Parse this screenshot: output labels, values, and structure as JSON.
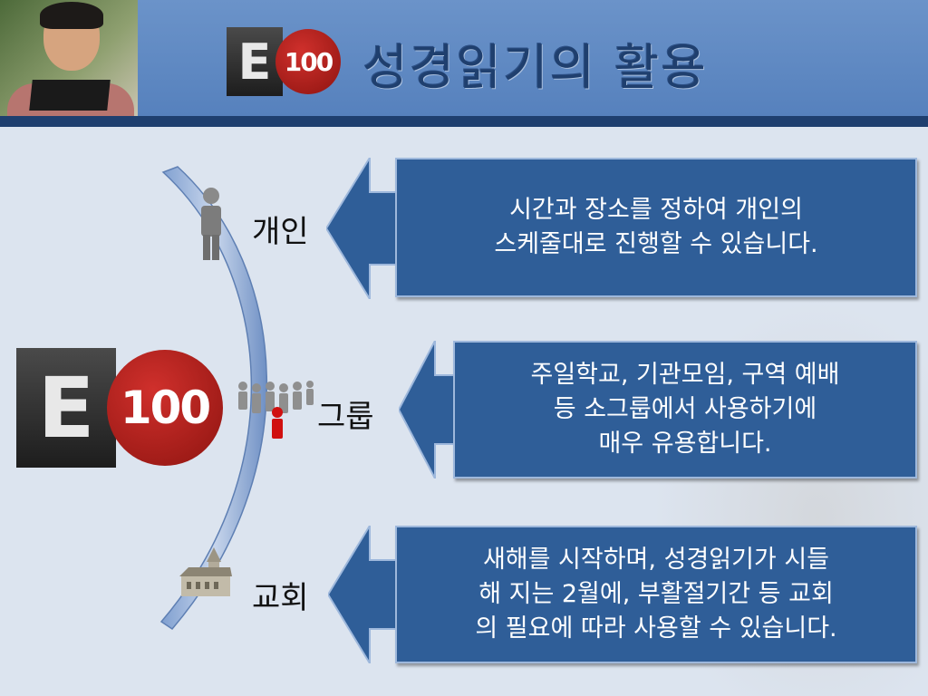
{
  "header": {
    "title": "성경읽기의 활용",
    "logo": {
      "letter": "E",
      "number": "100"
    }
  },
  "main": {
    "logo": {
      "letter": "E",
      "number": "100"
    },
    "items": [
      {
        "label": "개인",
        "icon": "person-icon",
        "text": "시간과 장소를 정하여 개인의\n스케줄대로 진행할 수 있습니다."
      },
      {
        "label": "그룹",
        "icon": "group-people-icon",
        "text": "주일학교, 기관모임, 구역 예배\n등 소그룹에서 사용하기에\n매우 유용합니다."
      },
      {
        "label": "교회",
        "icon": "church-icon",
        "text": "새해를 시작하며, 성경읽기가 시들\n해 지는 2월에, 부활절기간 등 교회\n의 필요에 따라 사용할 수 있습니다."
      }
    ]
  },
  "colors": {
    "header": "#5681bd",
    "box": "#2f5e98",
    "logo_red": "#c0261f",
    "highlight_person": "#d01010"
  }
}
